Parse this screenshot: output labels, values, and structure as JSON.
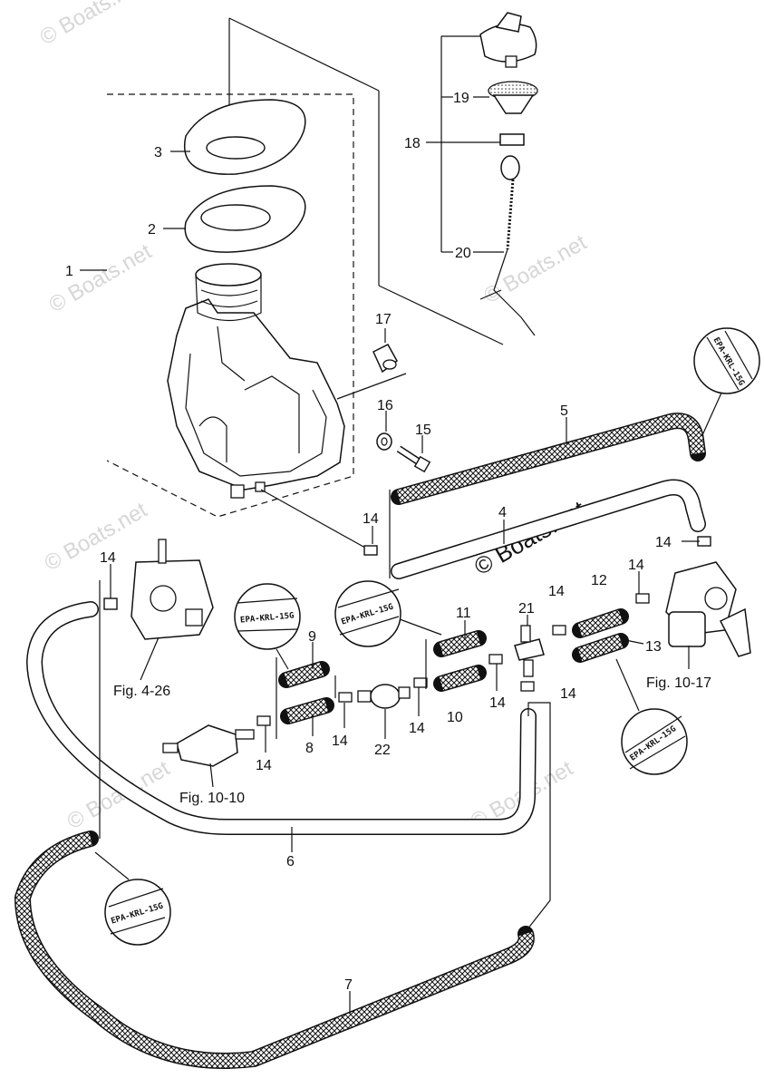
{
  "labels": {
    "n1": "1",
    "n2": "2",
    "n3": "3",
    "n4": "4",
    "n5": "5",
    "n6": "6",
    "n7": "7",
    "n8": "8",
    "n9": "9",
    "n10": "10",
    "n11": "11",
    "n12": "12",
    "n13": "13",
    "n14": "14",
    "n15": "15",
    "n16": "16",
    "n17": "17",
    "n18": "18",
    "n19": "19",
    "n20": "20",
    "n21": "21",
    "n22": "22"
  },
  "figure_refs": {
    "fig_4_26": "Fig. 4-26",
    "fig_10_10": "Fig. 10-10",
    "fig_10_17": "Fig. 10-17"
  },
  "epa_tag": "EPA-KRL-15G",
  "watermark": {
    "text": "© Boats.net"
  },
  "colors": {
    "line": "#111111",
    "watermark_faint": "#d6d6d6",
    "background": "#ffffff"
  }
}
